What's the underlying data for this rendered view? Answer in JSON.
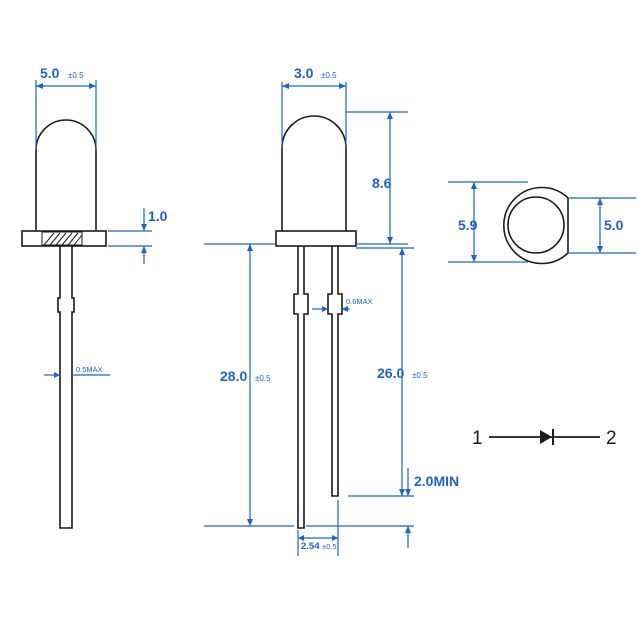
{
  "side_view": {
    "lens_diameter": "5.0",
    "lens_diameter_tol": "±0.5",
    "flange_height": "1.0",
    "lead_diameter_max": "0.5MAX"
  },
  "front_view": {
    "body_diameter": "3.0",
    "body_diameter_tol": "±0.5",
    "lens_height": "8.6",
    "lead_kink_width": "0.6MAX",
    "long_lead": "28.0",
    "long_lead_tol": "±0.5",
    "short_lead": "26.0",
    "short_lead_tol": "±0.5",
    "min_offset": "2.0MIN",
    "pitch": "2.54",
    "pitch_tol": "±0.5"
  },
  "top_view": {
    "flange_diameter": "5.9",
    "flat_width": "5.0"
  },
  "schematic": {
    "pin_left": "1",
    "pin_right": "2"
  },
  "colors": {
    "dimension": "#1f63c6",
    "outline": "#1a1a1a"
  }
}
